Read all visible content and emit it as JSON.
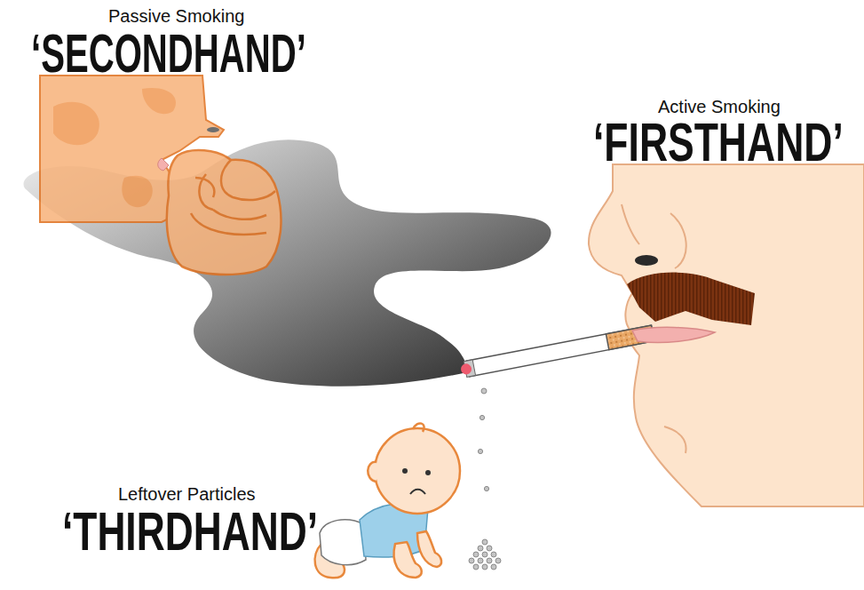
{
  "diagram": {
    "labels": [
      "Passive Smoking",
      "‘SECONDHAND’",
      "Active Smoking",
      "‘FIRSTHAND’",
      "Leftover Particles",
      "‘THIRDHAND’"
    ]
  }
}
